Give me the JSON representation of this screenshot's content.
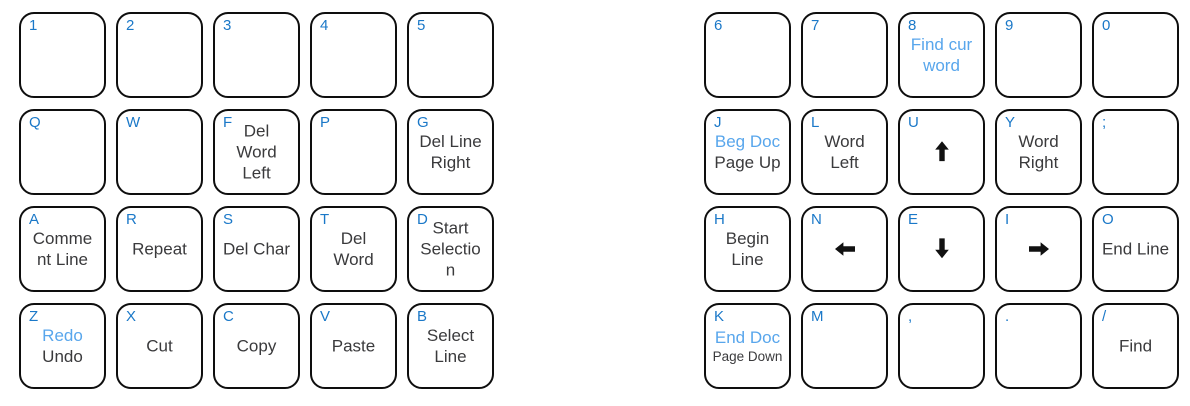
{
  "meta": {
    "description": "Keyboard edit-layer keymap diagram, Colemak layout, left and right hand blocks",
    "colors": {
      "key_letter_blue": "#1a78c8",
      "action_blue": "#58a6ec",
      "label_dark": "#3a3a3c",
      "key_border": "#0e0e0e",
      "background": "#ffffff"
    },
    "icons": [
      "arrow-up-icon",
      "arrow-down-icon",
      "arrow-left-icon",
      "arrow-right-icon"
    ]
  },
  "left": {
    "rows": [
      {
        "keys": [
          {
            "letter": "1"
          },
          {
            "letter": "2"
          },
          {
            "letter": "3"
          },
          {
            "letter": "4"
          },
          {
            "letter": "5"
          }
        ]
      },
      {
        "keys": [
          {
            "letter": "Q"
          },
          {
            "letter": "W"
          },
          {
            "letter": "F",
            "black": "Del\nWord\nLeft"
          },
          {
            "letter": "P"
          },
          {
            "letter": "G",
            "black": "Del Line\nRight"
          }
        ]
      },
      {
        "keys": [
          {
            "letter": "A",
            "black": "Comme\nnt Line"
          },
          {
            "letter": "R",
            "black": "Repeat"
          },
          {
            "letter": "S",
            "black": "Del Char"
          },
          {
            "letter": "T",
            "black": "Del\nWord"
          },
          {
            "letter": "D",
            "black": "Start\nSelectio\nn"
          }
        ]
      },
      {
        "keys": [
          {
            "letter": "Z",
            "blue": "Redo",
            "black": "Undo"
          },
          {
            "letter": "X",
            "black": "Cut"
          },
          {
            "letter": "C",
            "black": "Copy"
          },
          {
            "letter": "V",
            "black": "Paste"
          },
          {
            "letter": "B",
            "black": "Select\nLine"
          }
        ]
      }
    ]
  },
  "right": {
    "rows": [
      {
        "keys": [
          {
            "letter": "6"
          },
          {
            "letter": "7"
          },
          {
            "letter": "8",
            "blue": "Find cur\nword"
          },
          {
            "letter": "9"
          },
          {
            "letter": "0"
          }
        ]
      },
      {
        "keys": [
          {
            "letter": "J",
            "blue": "Beg Doc",
            "black": "Page Up"
          },
          {
            "letter": "L",
            "black": "Word\nLeft"
          },
          {
            "letter": "U",
            "icon": "arrow-up"
          },
          {
            "letter": "Y",
            "black": "Word\nRight"
          },
          {
            "letter": ";"
          }
        ]
      },
      {
        "keys": [
          {
            "letter": "H",
            "black": "Begin\nLine"
          },
          {
            "letter": "N",
            "icon": "arrow-left"
          },
          {
            "letter": "E",
            "icon": "arrow-down"
          },
          {
            "letter": "I",
            "icon": "arrow-right"
          },
          {
            "letter": "O",
            "black": "End Line"
          }
        ]
      },
      {
        "keys": [
          {
            "letter": "K",
            "blue": "End Doc",
            "black": "Page Down"
          },
          {
            "letter": "M"
          },
          {
            "letter": ","
          },
          {
            "letter": "."
          },
          {
            "letter": "/",
            "black": "Find"
          }
        ]
      }
    ]
  }
}
